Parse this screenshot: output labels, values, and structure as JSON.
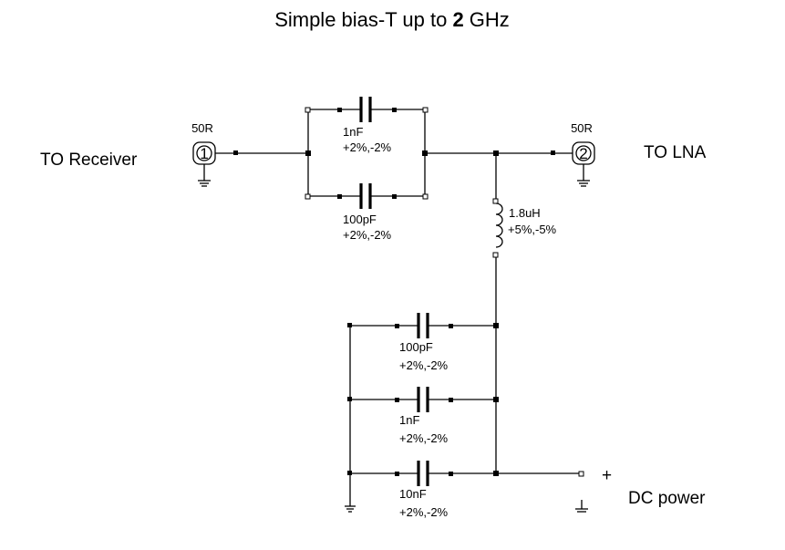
{
  "title": {
    "text": "Simple bias-T up to ",
    "emphasis": "2",
    "suffix": " GHz"
  },
  "ports": {
    "p1": {
      "number": "1",
      "impedance": "50R",
      "label": "TO Receiver"
    },
    "p2": {
      "number": "2",
      "impedance": "50R",
      "label": "TO LNA"
    }
  },
  "components": {
    "c_top": {
      "value": "1nF",
      "tol": "+2%,-2%"
    },
    "c_mid": {
      "value": "100pF",
      "tol": "+2%,-2%"
    },
    "inductor": {
      "value": "1.8uH",
      "tol": "+5%,-5%"
    },
    "c_b1": {
      "value": "100pF",
      "tol": "+2%,-2%"
    },
    "c_b2": {
      "value": "1nF",
      "tol": "+2%,-2%"
    },
    "c_b3": {
      "value": "10nF",
      "tol": "+2%,-2%"
    }
  },
  "dc": {
    "plus": "+",
    "label": "DC power"
  }
}
